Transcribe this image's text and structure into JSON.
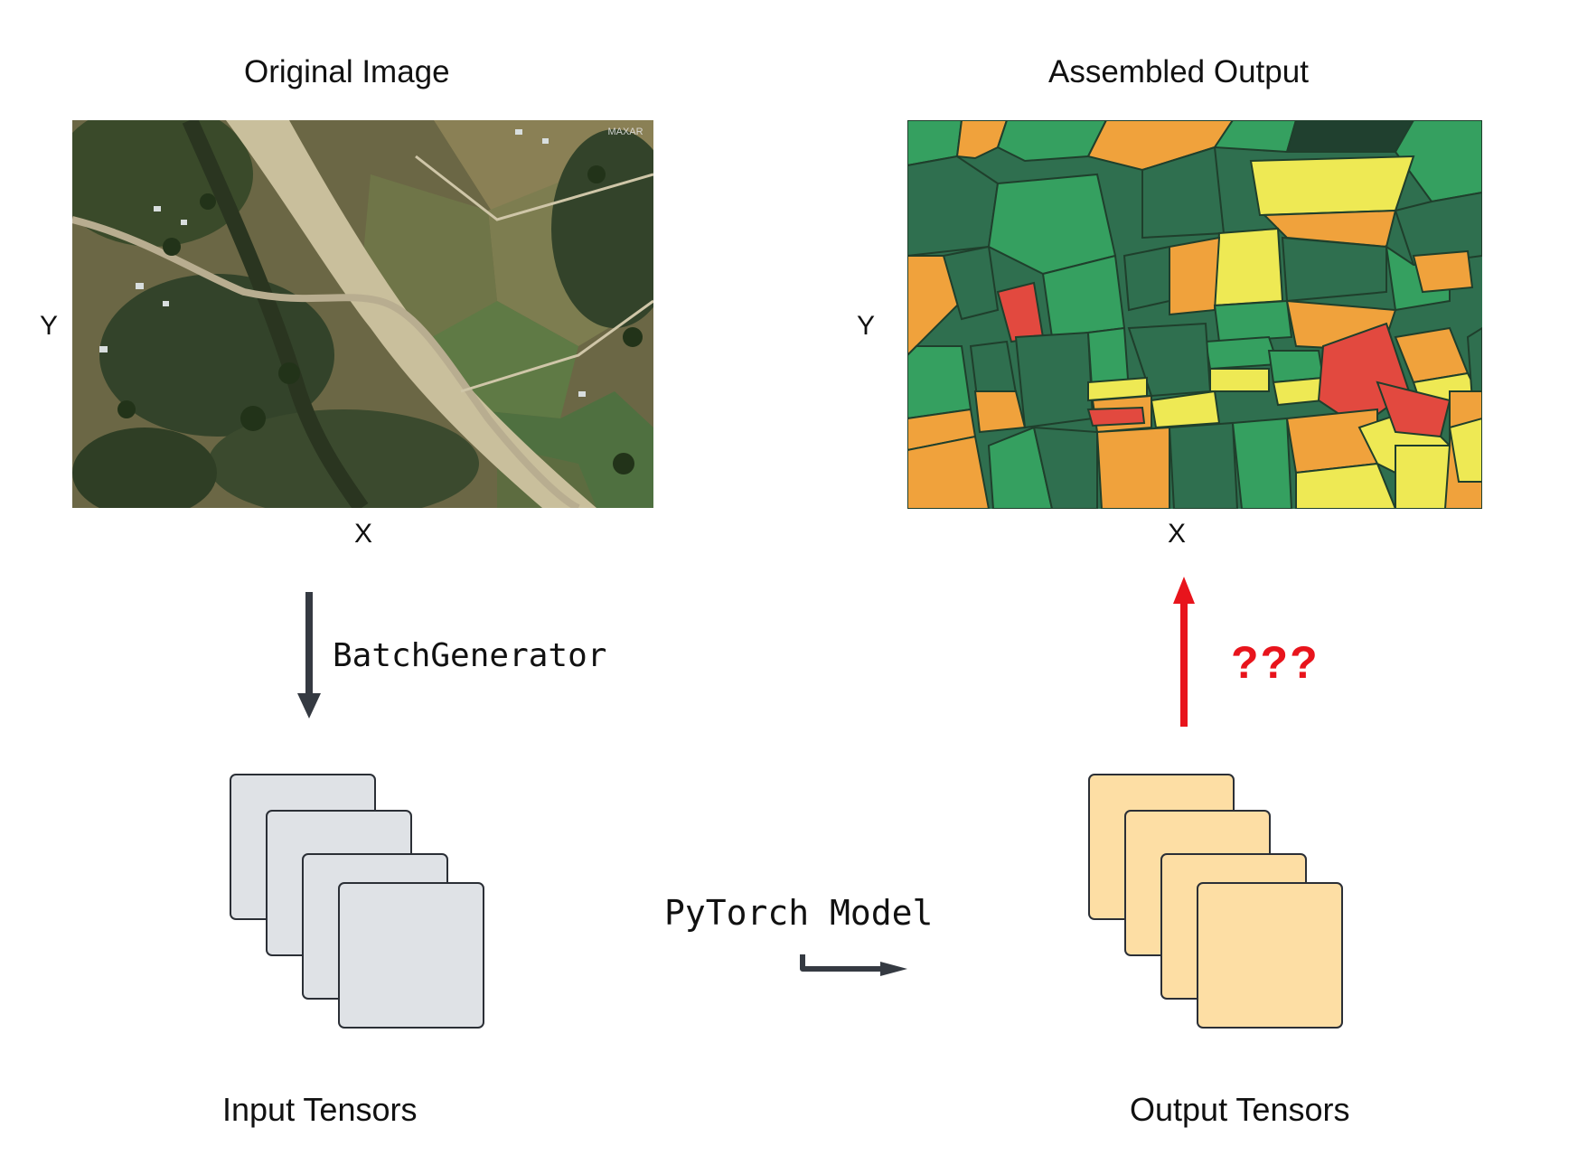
{
  "left": {
    "title": "Original Image",
    "y_label": "Y",
    "x_label": "X",
    "watermark": "MAXAR",
    "caption": "Input Tensors"
  },
  "right": {
    "title": "Assembled Output",
    "y_label": "Y",
    "x_label": "X",
    "caption": "Output Tensors"
  },
  "arrows": {
    "batch_label": "BatchGenerator",
    "model_label": "PyTorch Model",
    "unknown_label": "???"
  },
  "colors": {
    "arrow_dark": "#353a42",
    "arrow_red": "#e8141c",
    "input_tile": "#dfe2e6",
    "output_tile": "#fddea4",
    "seg_dark_green": "#2f6f4f",
    "seg_green": "#35a060",
    "seg_orange": "#f0a23c",
    "seg_yellow": "#eee954",
    "seg_red": "#e2493f"
  }
}
